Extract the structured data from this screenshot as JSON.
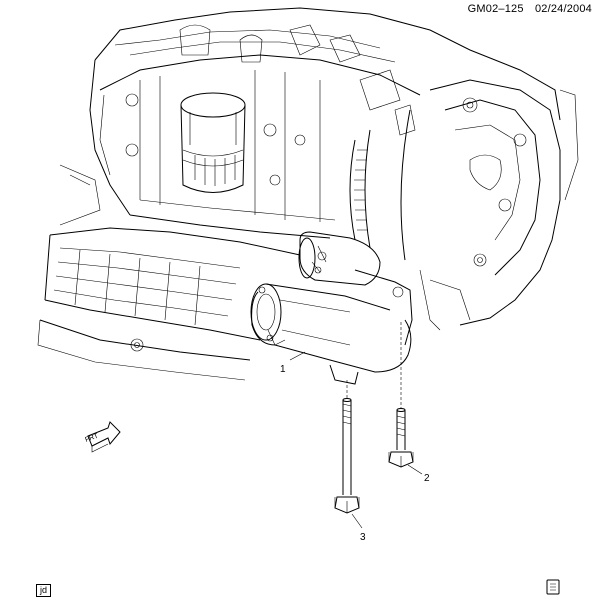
{
  "header": {
    "code": "GM02–125",
    "date": "02/24/2004"
  },
  "callouts": [
    {
      "id": "starter",
      "label": "1"
    },
    {
      "id": "short-bolt",
      "label": "2"
    },
    {
      "id": "long-bolt",
      "label": "3"
    }
  ],
  "front_arrow": {
    "label": "FRT"
  },
  "initials": "jd",
  "icons": {
    "corner": "book-icon"
  }
}
